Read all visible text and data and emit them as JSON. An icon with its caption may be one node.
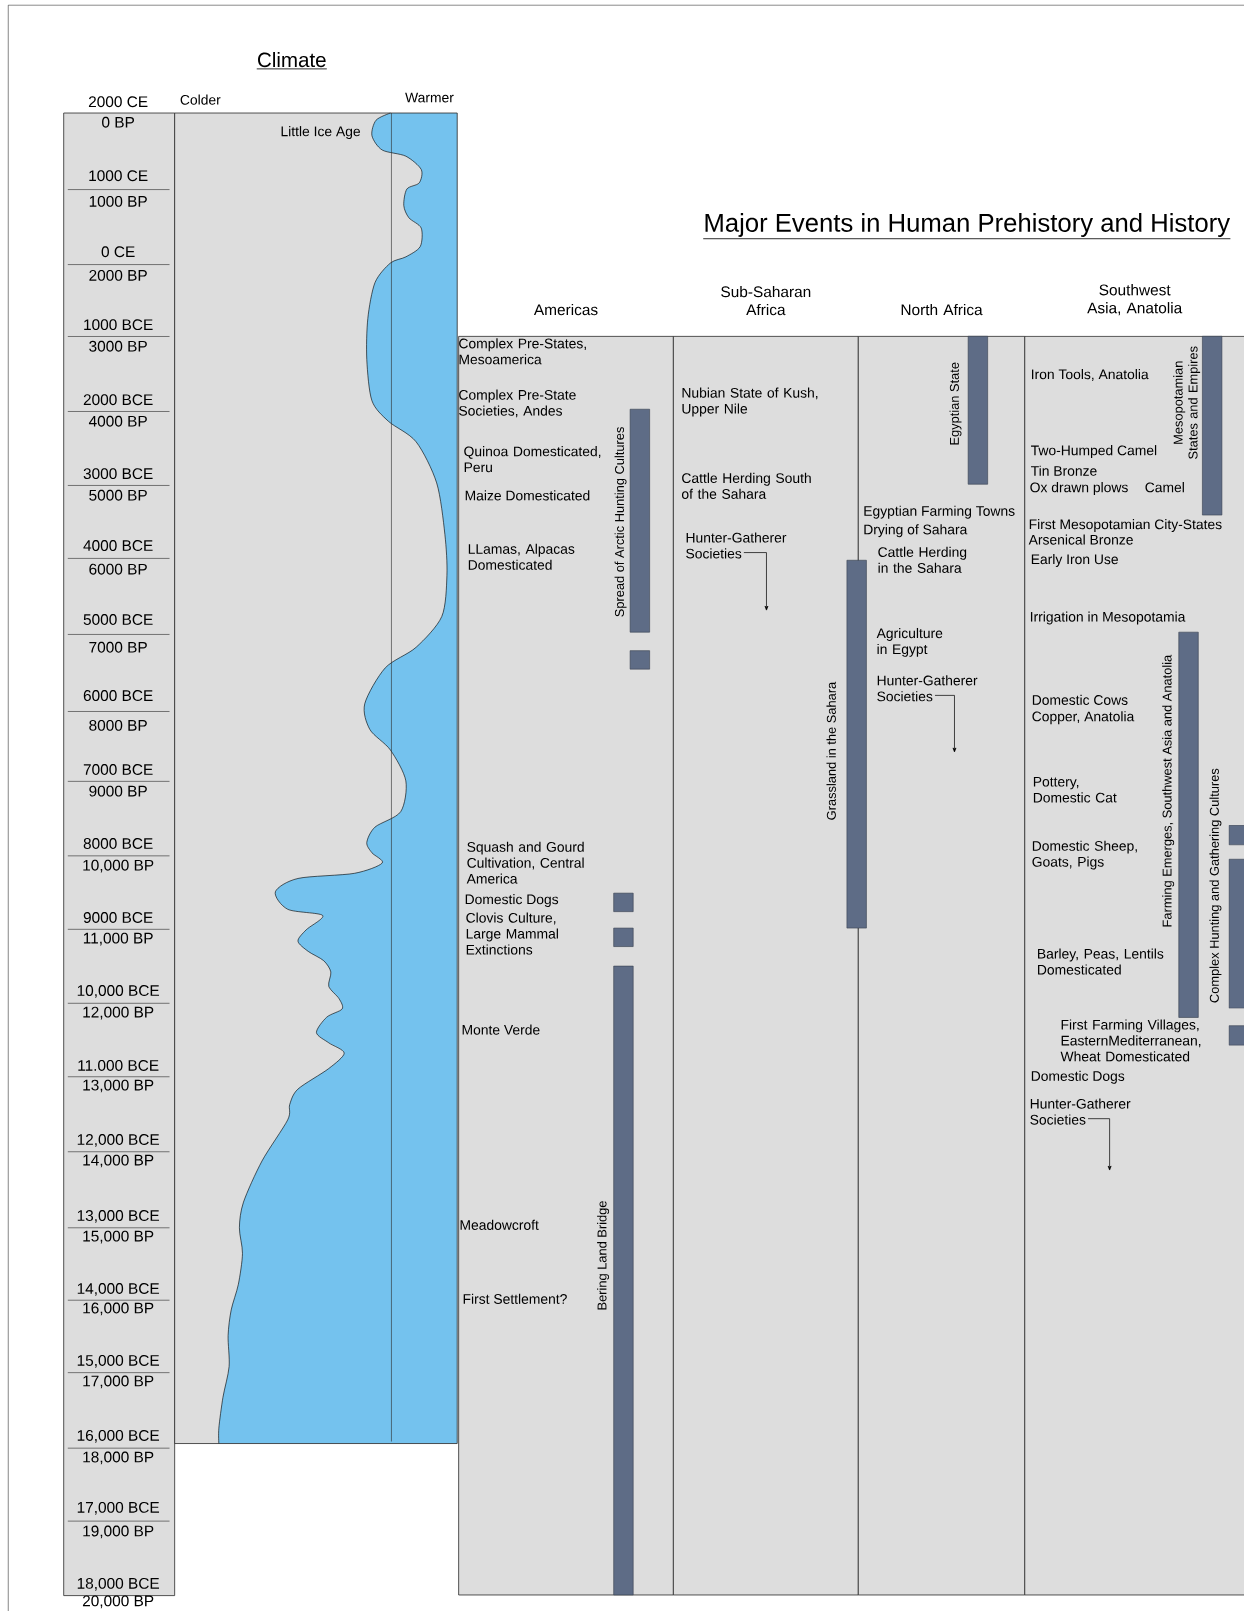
{
  "diagram": {
    "title": "Major Events in Human Prehistory and History",
    "nodes": [
      {
        "text": [
          "Americas"
        ]
      },
      {
        "text": [
          "Sub-Saharan Africa"
        ]
      },
      {
        "text": [
          "North Africa"
        ]
      },
      {
        "text": [
          "Southwest Asia, Anatolia"
        ]
      },
      {
        "text": [
          "Hunter-Gatherer Societies"
        ],
        "in": 1
      },
      {
        "text": [
          "Hunter-Gatherer Societies"
        ],
        "in": 2
      },
      {
        "text": [
          "Hunter-Gatherer Societies"
        ],
        "in": 3
      },
      {
        "text": [],
        "shape": "bar",
        "in": 0,
        "beside": [
          "Spread of Arctic Hunting Cultures"
        ]
      },
      {
        "text": [],
        "shape": "bar",
        "in": 0
      },
      {
        "text": [],
        "shape": "bar",
        "in": 0
      },
      {
        "text": [],
        "shape": "bar",
        "in": 0
      },
      {
        "text": [],
        "shape": "bar",
        "in": 0,
        "beside": [
          "Bering Land Bridge"
        ]
      },
      {
        "text": [],
        "shape": "bar",
        "beside": [
          "Grassland in the Sahara"
        ]
      },
      {
        "text": [],
        "shape": "bar",
        "in": 2,
        "beside": [
          "Egyptian State"
        ]
      },
      {
        "text": [],
        "shape": "bar",
        "in": 3,
        "beside": [
          "Mesopotamian States and Empires"
        ]
      },
      {
        "text": [],
        "shape": "bar",
        "in": 3,
        "beside": [
          "Farming Emerges, Southwest Asia and Anatolia"
        ]
      },
      {
        "text": [],
        "shape": "bar",
        "in": 3
      },
      {
        "text": [],
        "shape": "bar",
        "in": 3,
        "beside": [
          "Complex Hunting and Gathering Cultures"
        ]
      },
      {
        "text": [],
        "shape": "bar",
        "in": 3
      }
    ],
    "edges": [
      {
        "from": 4,
        "to": null,
        "arrow": "to"
      },
      {
        "from": 5,
        "to": null,
        "arrow": "to"
      },
      {
        "from": 6,
        "to": null,
        "arrow": "to"
      }
    ],
    "labels": [
      "Climate",
      "Colder",
      "Warmer",
      "Little Ice Age",
      "2000 CE",
      "0 BP",
      "1000 CE",
      "1000 BP",
      "0 CE",
      "2000 BP",
      "1000 BCE",
      "3000 BP",
      "2000 BCE",
      "4000 BP",
      "3000 BCE",
      "5000 BP",
      "4000 BCE",
      "6000 BP",
      "5000 BCE",
      "7000 BP",
      "6000 BCE",
      "8000 BP",
      "7000 BCE",
      "9000 BP",
      "8000 BCE",
      "10,000 BP",
      "9000 BCE",
      "11,000 BP",
      "10,000 BCE",
      "12,000 BP",
      "11.000 BCE",
      "13,000 BP",
      "12,000 BCE",
      "14,000 BP",
      "13,000 BCE",
      "15,000 BP",
      "14,000 BCE",
      "16,000 BP",
      "15,000 BCE",
      "17,000 BP",
      "16,000 BCE",
      "18,000 BP",
      "17,000 BCE",
      "19,000 BP",
      "18,000 BCE",
      "20,000 BP",
      "Complex Pre-States, Mesoamerica",
      "Complex Pre-State Societies, Andes",
      "Quinoa Domesticated, Peru",
      "Maize Domesticated",
      "LLamas, Alpacas Domesticated",
      "Squash and Gourd Cultivation, Central America",
      "Domestic Dogs",
      "Clovis Culture, Large Mammal Extinctions",
      "Monte Verde",
      "Meadowcroft",
      "First Settlement?",
      "Nubian State of Kush, Upper Nile",
      "Cattle Herding South of the Sahara",
      "Egyptian Farming Towns",
      "Drying of Sahara",
      "Cattle Herding in the Sahara",
      "Agriculture in Egypt",
      "Iron Tools, Anatolia",
      "Two-Humped Camel",
      "Tin Bronze",
      "Ox drawn plows",
      "Camel",
      "First Mesopotamian City-States",
      "Arsenical Bronze",
      "Early Iron Use",
      "Irrigation in Mesopotamia",
      "Domestic Cows",
      "Copper, Anatolia",
      "Pottery, Domestic Cat",
      "Domestic Sheep, Goats, Pigs",
      "Barley, Peas, Lentils Domesticated",
      "First Farming Villages, EasternMediterranean, Wheat Domesticated",
      "Domestic Dogs"
    ]
  }
}
